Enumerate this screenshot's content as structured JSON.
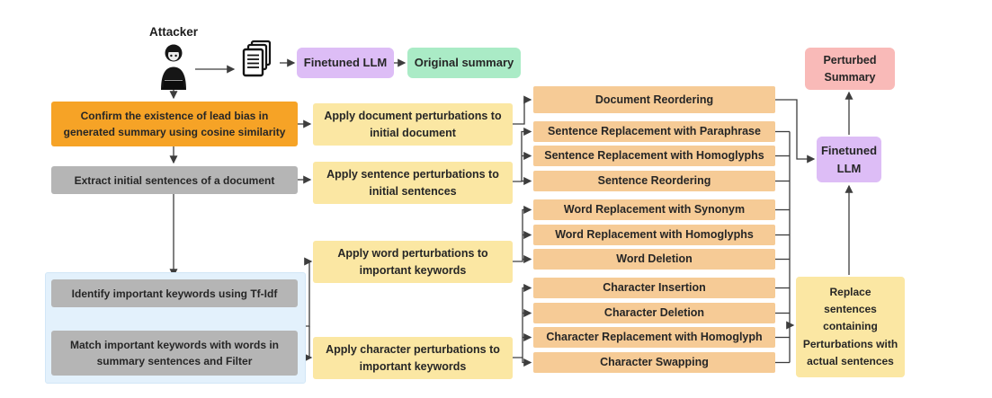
{
  "attacker": {
    "label": "Attacker"
  },
  "top_flow": {
    "finetuned_llm": "Finetuned LLM",
    "original_summary": "Original summary"
  },
  "pipeline": {
    "confirm_bias_lines": [
      "Confirm the existence of lead bias in",
      "generated summary using cosine similarity"
    ],
    "extract_sentences": "Extract initial sentences of a document",
    "identify_keywords": "Identify important keywords using Tf-Idf",
    "match_keywords_lines": [
      "Match important keywords with words in",
      "summary sentences and Filter"
    ]
  },
  "apply": {
    "document_lines": [
      "Apply document perturbations to",
      "initial document"
    ],
    "sentence_lines": [
      "Apply sentence perturbations to",
      "initial sentences"
    ],
    "word_lines": [
      "Apply word perturbations to",
      "important keywords"
    ],
    "character_lines": [
      "Apply character perturbations to",
      "important keywords"
    ]
  },
  "perturbations": {
    "document": [
      "Document Reordering"
    ],
    "sentence": [
      "Sentence Replacement with Paraphrase",
      "Sentence Replacement with Homoglyphs",
      "Sentence Reordering"
    ],
    "word": [
      "Word Replacement with Synonym",
      "Word Replacement with Homoglyphs",
      "Word Deletion"
    ],
    "character": [
      "Character Insertion",
      "Character Deletion",
      "Character Replacement with Homoglyph",
      "Character Swapping"
    ]
  },
  "output": {
    "perturbed_summary_lines": [
      "Perturbed",
      "Summary"
    ],
    "finetuned_llm_lines": [
      "Finetuned",
      "LLM"
    ],
    "replace_lines": [
      "Replace",
      "sentences",
      "containing",
      "Perturbations with",
      "actual sentences"
    ]
  },
  "icons": {
    "attacker": "hacker-with-laptop-icon",
    "documents": "stacked-documents-icon"
  },
  "colors": {
    "orange": "#F6A326",
    "gray": "#B5B5B5",
    "light_blue": "#E3F1FC",
    "yellow": "#FBE7A3",
    "peach": "#F6CB96",
    "purple": "#DDBDF6",
    "green": "#AAEBC6",
    "pink": "#F9BAB8",
    "line": "#3d3d3d"
  }
}
